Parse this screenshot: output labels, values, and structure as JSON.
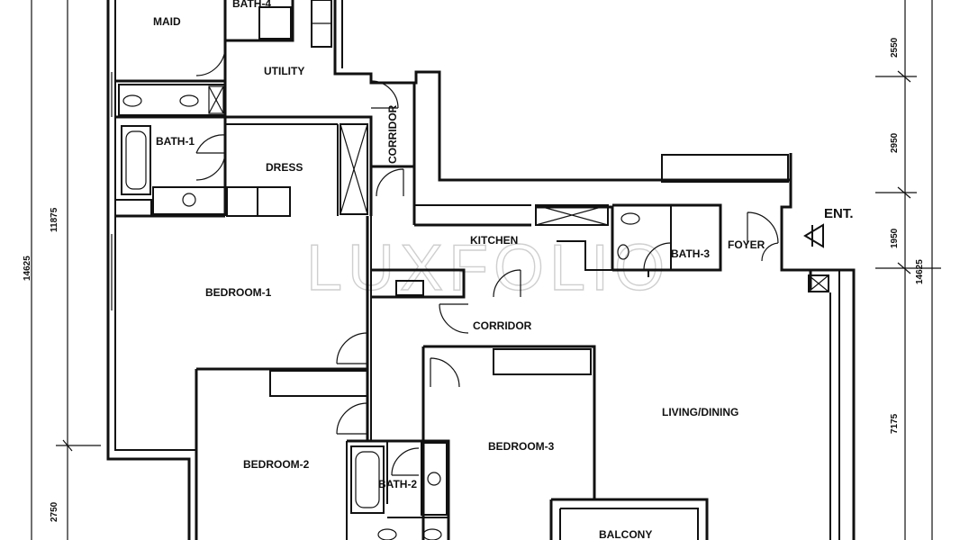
{
  "watermark": "LUXFOLIO",
  "entrance_label": "ENT.",
  "rooms": {
    "maid": "MAID",
    "bath4": "BATH-4",
    "utility": "UTILITY",
    "corridor_top": "CORRIDOR",
    "bath1": "BATH-1",
    "dress": "DRESS",
    "kitchen": "KITCHEN",
    "bath3": "BATH-3",
    "foyer": "FOYER",
    "bedroom1": "BEDROOM-1",
    "corridor_mid": "CORRIDOR",
    "living_dining": "LIVING/DINING",
    "bedroom2": "BEDROOM-2",
    "bedroom3": "BEDROOM-3",
    "bath2": "BATH-2",
    "balcony": "BALCONY"
  },
  "dimensions": {
    "left_total": "14625",
    "left_upper": "11875",
    "left_lower": "2750",
    "right_2550": "2550",
    "right_2950": "2950",
    "right_1950": "1950",
    "right_7175": "7175",
    "right_total": "14625"
  }
}
